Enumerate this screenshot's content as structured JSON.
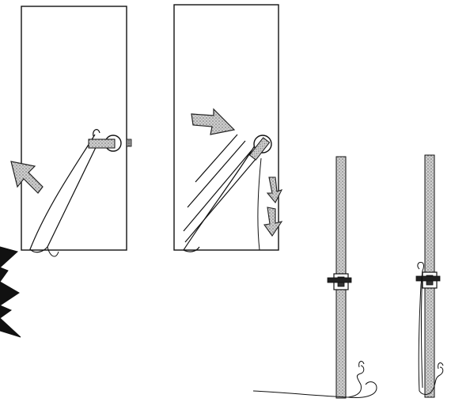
{
  "figure": {
    "panels": [
      {
        "id": "door-front-1",
        "icon": "door-with-tied-thread"
      },
      {
        "id": "door-front-2",
        "icon": "door-opening-pulls-thread"
      },
      {
        "id": "door-edge-3",
        "icon": "door-edge-with-latch-and-thread"
      },
      {
        "id": "door-edge-4",
        "icon": "door-edge-thread-wrapped-around-latch"
      }
    ],
    "colors": {
      "ink": "#111111",
      "arrow_fill": "#8a8a8a",
      "door_edge_fill": "#b8b8b8",
      "background": "#ffffff"
    }
  }
}
